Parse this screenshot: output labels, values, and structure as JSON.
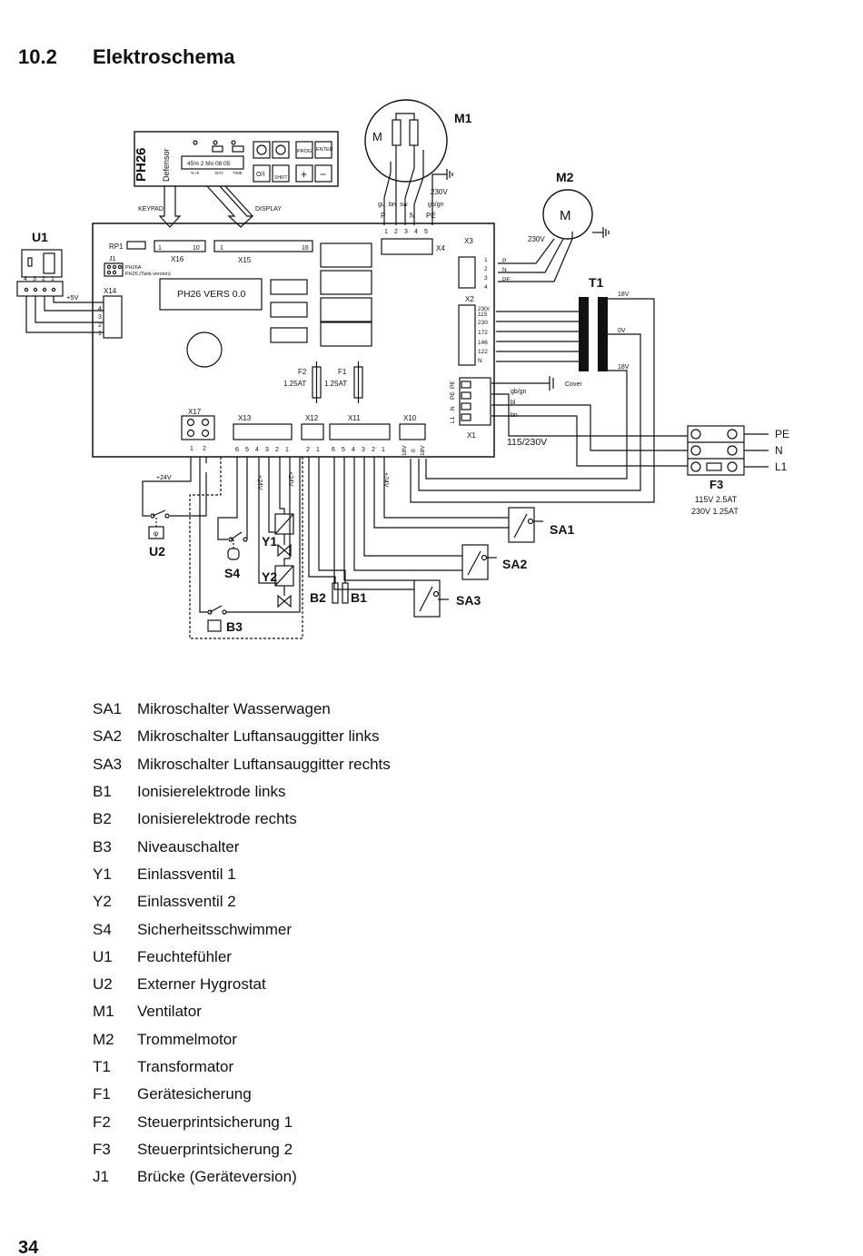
{
  "heading": {
    "number": "10.2",
    "title": "Elektroschema"
  },
  "schematic": {
    "keypad": {
      "brand": "PH26",
      "logo": "Defensor",
      "display_text": "45% 2 Mo 08:05",
      "keys": [
        "PROG",
        "ENTER",
        "SHIFT",
        "+",
        "−"
      ],
      "display_labels": [
        "% rh",
        "DAY",
        "TIME"
      ],
      "label_keypad": "KEYPAD",
      "label_display": "DISPLAY"
    },
    "board": {
      "rp1": "RP1",
      "j1": "J1",
      "j1_a": "PH26A",
      "j1_b": "PH26 (Tank version)",
      "x16": "X16",
      "x16_first": "1",
      "x16_last": "10",
      "x15": "X15",
      "x15_first": "1",
      "x15_last": "16",
      "x14": "X14",
      "x14_pins": [
        "4",
        "3",
        "2",
        "1"
      ],
      "chip": "PH26 VERS 0.0",
      "x4": "X4",
      "x4_pins": [
        "1",
        "2",
        "3",
        "4",
        "5"
      ],
      "x3": "X3",
      "x3_pins": [
        "1",
        "2",
        "3",
        "4"
      ],
      "x2": "X2",
      "x2_taps": [
        "230/",
        "115",
        "230",
        "172",
        "146",
        "122",
        "N"
      ],
      "f1": "F1",
      "f1_rating": "1.25AT",
      "f2": "F2",
      "f2_rating": "1.25AT",
      "x1": "X1",
      "x1_pins": [
        "PE",
        "PE",
        "N",
        "L1"
      ],
      "x17": "X17",
      "x17_pins": [
        "1",
        "2"
      ],
      "x13": "X13",
      "x13_pins": [
        "6",
        "5",
        "4",
        "3",
        "2",
        "1"
      ],
      "x12": "X12",
      "x12_pins": [
        "2",
        "1"
      ],
      "x11": "X11",
      "x11_pins": [
        "6",
        "5",
        "4",
        "3",
        "2",
        "1"
      ],
      "x10": "X10",
      "x10_pins": [
        "18V",
        "0",
        "18V"
      ],
      "supply": "115/230V",
      "plus5v": "+5V",
      "plus24v": "+24V"
    },
    "m1": {
      "label": "M1",
      "motor": "M",
      "voltage": "230V",
      "wires": [
        "gu",
        "bn",
        "sw",
        "gb/gn"
      ],
      "terms": [
        "P",
        "N",
        "PE"
      ]
    },
    "m2": {
      "label": "M2",
      "motor": "M",
      "voltage": "230V"
    },
    "x3_wires": [
      "P",
      "N",
      "PE"
    ],
    "t1": {
      "label": "T1",
      "taps": [
        "18V",
        "0V",
        "18V"
      ]
    },
    "cover": "Cover",
    "x1_wires": [
      "gb/gn",
      "bl",
      "bn"
    ],
    "mains": [
      "PE",
      "N",
      "L1"
    ],
    "f3": {
      "label": "F3",
      "rating1": "115V 2.5AT",
      "rating2": "230V 1.25AT"
    },
    "u1": {
      "label": "U1",
      "pins": [
        "4",
        "3",
        "2",
        "1"
      ]
    },
    "u2": {
      "label": "U2"
    },
    "switches": [
      "SA1",
      "SA2",
      "SA3"
    ],
    "parts": [
      "S4",
      "Y1",
      "Y2",
      "B2",
      "B1",
      "B3"
    ]
  },
  "legend": [
    {
      "code": "SA1",
      "text": "Mikroschalter Wasserwagen"
    },
    {
      "code": "SA2",
      "text": "Mikroschalter Luftansauggitter links"
    },
    {
      "code": "SA3",
      "text": "Mikroschalter Luftansauggitter rechts"
    },
    {
      "code": "B1",
      "text": "Ionisierelektrode links"
    },
    {
      "code": "B2",
      "text": "Ionisierelektrode rechts"
    },
    {
      "code": "B3",
      "text": "Niveauschalter"
    },
    {
      "code": "Y1",
      "text": "Einlassventil 1"
    },
    {
      "code": "Y2",
      "text": "Einlassventil 2"
    },
    {
      "code": "S4",
      "text": "Sicherheitsschwimmer"
    },
    {
      "code": "U1",
      "text": "Feuchtefühler"
    },
    {
      "code": "U2",
      "text": "Externer Hygrostat"
    },
    {
      "code": "M1",
      "text": "Ventilator"
    },
    {
      "code": "M2",
      "text": "Trommelmotor"
    },
    {
      "code": "T1",
      "text": "Transformator"
    },
    {
      "code": "F1",
      "text": "Gerätesicherung"
    },
    {
      "code": "F2",
      "text": "Steuerprintsicherung 1"
    },
    {
      "code": "F3",
      "text": "Steuerprintsicherung 2"
    },
    {
      "code": "J1",
      "text": "Brücke (Geräteversion)"
    }
  ],
  "page_number": "34"
}
